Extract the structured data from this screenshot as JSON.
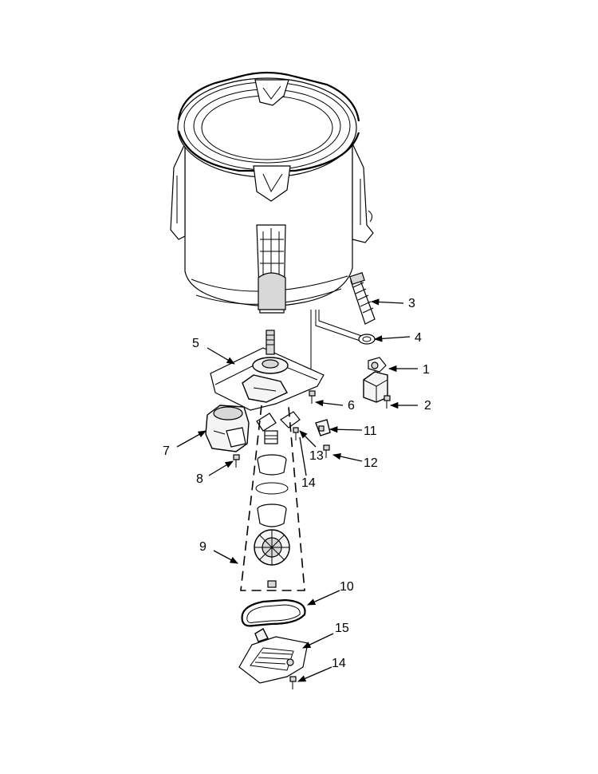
{
  "diagram": {
    "callouts": [
      {
        "id": "c1",
        "label": "1"
      },
      {
        "id": "c2",
        "label": "2"
      },
      {
        "id": "c3",
        "label": "3"
      },
      {
        "id": "c4",
        "label": "4"
      },
      {
        "id": "c5",
        "label": "5"
      },
      {
        "id": "c6",
        "label": "6"
      },
      {
        "id": "c7",
        "label": "7"
      },
      {
        "id": "c8",
        "label": "8"
      },
      {
        "id": "c9",
        "label": "9"
      },
      {
        "id": "c10",
        "label": "10"
      },
      {
        "id": "c11",
        "label": "11"
      },
      {
        "id": "c12",
        "label": "12"
      },
      {
        "id": "c13",
        "label": "13"
      },
      {
        "id": "c14a",
        "label": "14"
      },
      {
        "id": "c15",
        "label": "15"
      },
      {
        "id": "c14b",
        "label": "14"
      }
    ]
  }
}
